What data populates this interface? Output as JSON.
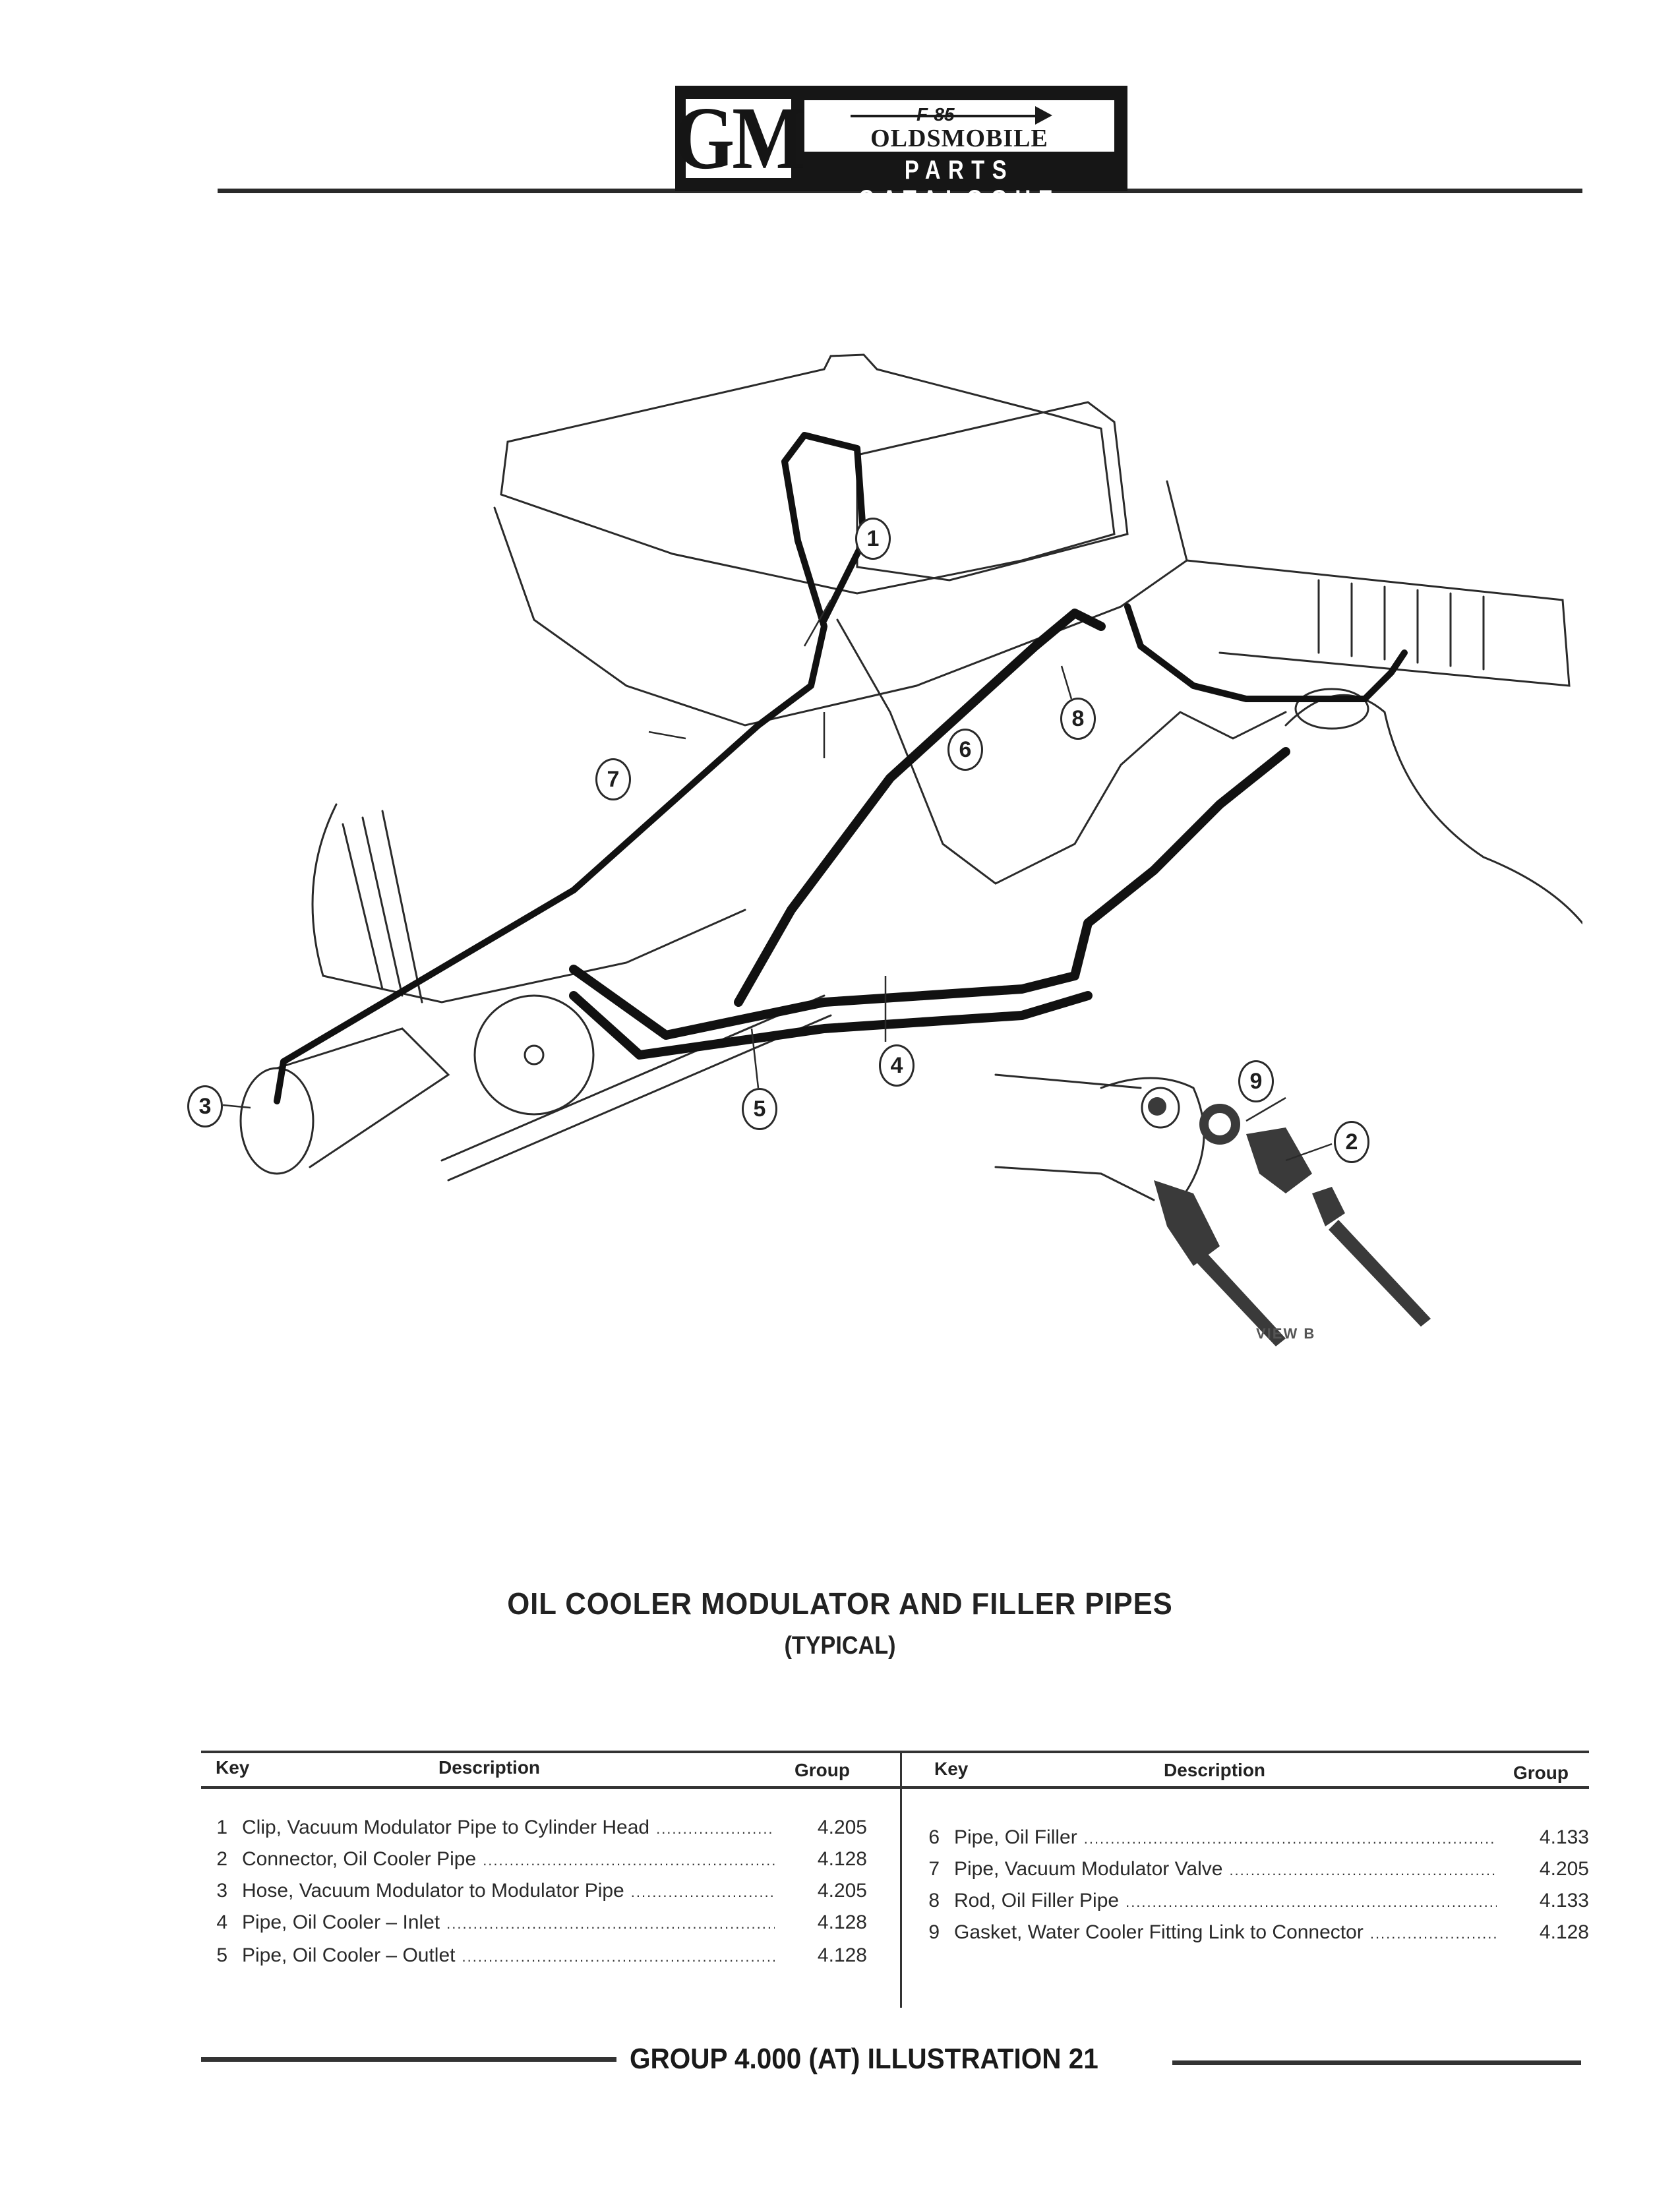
{
  "header": {
    "logo_brand": "GM",
    "logo_model": "F-85",
    "logo_make": "OLDSMOBILE",
    "logo_subtitle": "PARTS CATALOGUE"
  },
  "illustration": {
    "callouts": [
      "1",
      "2",
      "3",
      "4",
      "5",
      "6",
      "7",
      "8",
      "9"
    ],
    "view_label": "VIEW B"
  },
  "title": "OIL COOLER MODULATOR AND FILLER PIPES",
  "subtitle": "(TYPICAL)",
  "table": {
    "headers": {
      "key": "Key",
      "description": "Description",
      "group": "Group"
    },
    "left_rows": [
      {
        "key": "1",
        "description": "Clip, Vacuum Modulator Pipe to Cylinder Head",
        "group": "4.205"
      },
      {
        "key": "2",
        "description": "Connector, Oil Cooler Pipe",
        "group": "4.128"
      },
      {
        "key": "3",
        "description": "Hose, Vacuum Modulator to Modulator Pipe",
        "group": "4.205"
      },
      {
        "key": "4",
        "description": "Pipe, Oil Cooler – Inlet",
        "group": "4.128"
      },
      {
        "key": "5",
        "description": "Pipe, Oil Cooler – Outlet",
        "group": "4.128"
      }
    ],
    "right_rows": [
      {
        "key": "6",
        "description": "Pipe, Oil Filler",
        "group": "4.133"
      },
      {
        "key": "7",
        "description": "Pipe, Vacuum Modulator Valve",
        "group": "4.205"
      },
      {
        "key": "8",
        "description": "Rod, Oil Filler Pipe",
        "group": "4.133"
      },
      {
        "key": "9",
        "description": "Gasket, Water Cooler Fitting Link to Connector",
        "group": "4.128"
      }
    ]
  },
  "footer": "GROUP 4.000 (AT) ILLUSTRATION 21"
}
